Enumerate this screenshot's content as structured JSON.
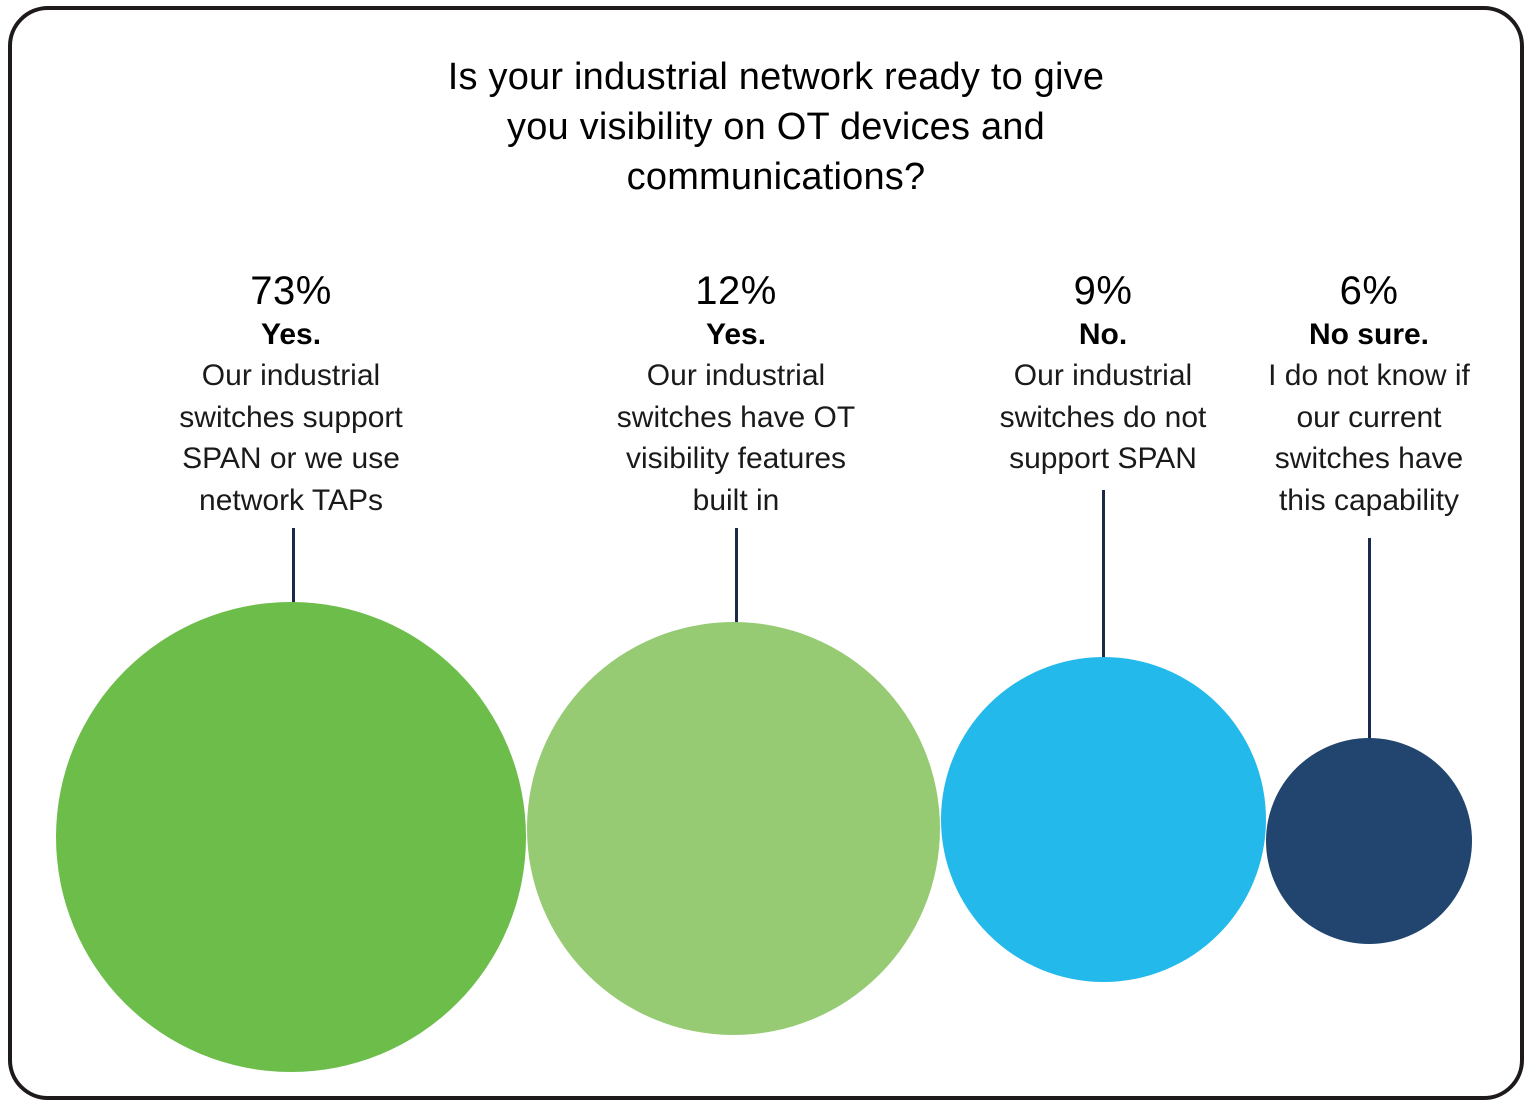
{
  "title": {
    "lines": [
      "Is your industrial network ready to give",
      "you visibility on OT devices and",
      "communications?"
    ]
  },
  "items": [
    {
      "percent": "73%",
      "heading": "Yes.",
      "description_lines": [
        "Our industrial",
        "switches support",
        "SPAN or we use",
        "network TAPs"
      ],
      "color": "#6cbd4a"
    },
    {
      "percent": "12%",
      "heading": "Yes.",
      "description_lines": [
        "Our industrial",
        "switches have OT",
        "visibility features",
        "built in"
      ],
      "color": "#96cb74"
    },
    {
      "percent": "9%",
      "heading": "No.",
      "description_lines": [
        "Our industrial",
        "switches do not",
        "support SPAN"
      ],
      "color": "#23b9ea"
    },
    {
      "percent": "6%",
      "heading": "No sure.",
      "description_lines": [
        "I do not know if",
        "our current",
        "switches have",
        "this capability"
      ],
      "color": "#21456f"
    }
  ],
  "colors": {
    "leader_line": "#1b2a4a",
    "frame_border": "#1e1a1b"
  },
  "chart_data": {
    "type": "bubble",
    "title": "Is your industrial network ready to give you visibility on OT devices and communications?",
    "categories": [
      "Yes. Our industrial switches support SPAN or we use network TAPs",
      "Yes. Our industrial switches have OT visibility features built in",
      "No. Our industrial switches do not support SPAN",
      "No sure. I do not know if our current switches have this capability"
    ],
    "values": [
      73,
      12,
      9,
      6
    ],
    "unit": "%",
    "colors": [
      "#6cbd4a",
      "#96cb74",
      "#23b9ea",
      "#21456f"
    ],
    "xlabel": "",
    "ylabel": "",
    "grid": false,
    "legend": "none (labels above each bubble)"
  }
}
